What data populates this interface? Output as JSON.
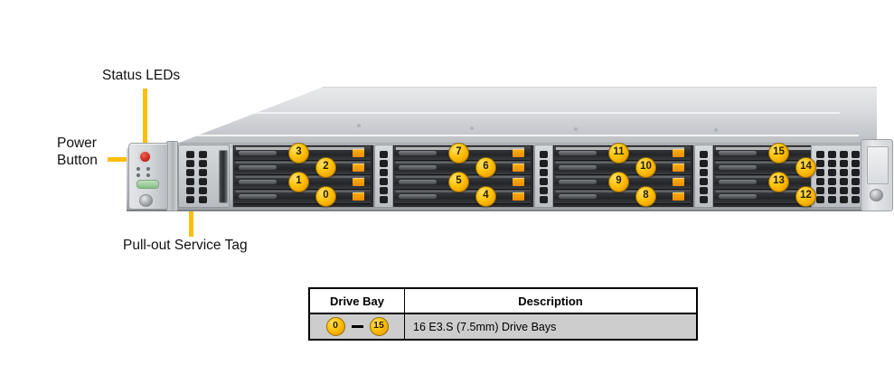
{
  "diagram": {
    "title": "Supermicro 1U server front view - drive bay numbering",
    "accent_color": "#FDBE0B",
    "badge_color": "#FFC40C",
    "drive_tab_color": "#FFB20A"
  },
  "callouts": [
    {
      "id": "status-leds",
      "label": "Status LEDs"
    },
    {
      "id": "power-button",
      "label": "Power Button",
      "line1": "Power",
      "line2": "Button"
    },
    {
      "id": "service-tag",
      "label": "Pull-out Service Tag"
    }
  ],
  "server": {
    "groups": [
      {
        "index": 0,
        "bays": [
          "3",
          "2",
          "1",
          "0"
        ]
      },
      {
        "index": 1,
        "bays": [
          "7",
          "6",
          "5",
          "4"
        ]
      },
      {
        "index": 2,
        "bays": [
          "11",
          "10",
          "9",
          "8"
        ]
      },
      {
        "index": 3,
        "bays": [
          "15",
          "14",
          "13",
          "12"
        ]
      }
    ],
    "bay_numbers": [
      "3",
      "2",
      "1",
      "0",
      "7",
      "6",
      "5",
      "4",
      "11",
      "10",
      "9",
      "8",
      "15",
      "14",
      "13",
      "12"
    ]
  },
  "table": {
    "headers": [
      "Drive Bay",
      "Description"
    ],
    "rows": [
      {
        "range_start": "0",
        "range_dash": "",
        "range_end": "15",
        "description": "16 E3.S (7.5mm) Drive  Bays"
      }
    ]
  }
}
